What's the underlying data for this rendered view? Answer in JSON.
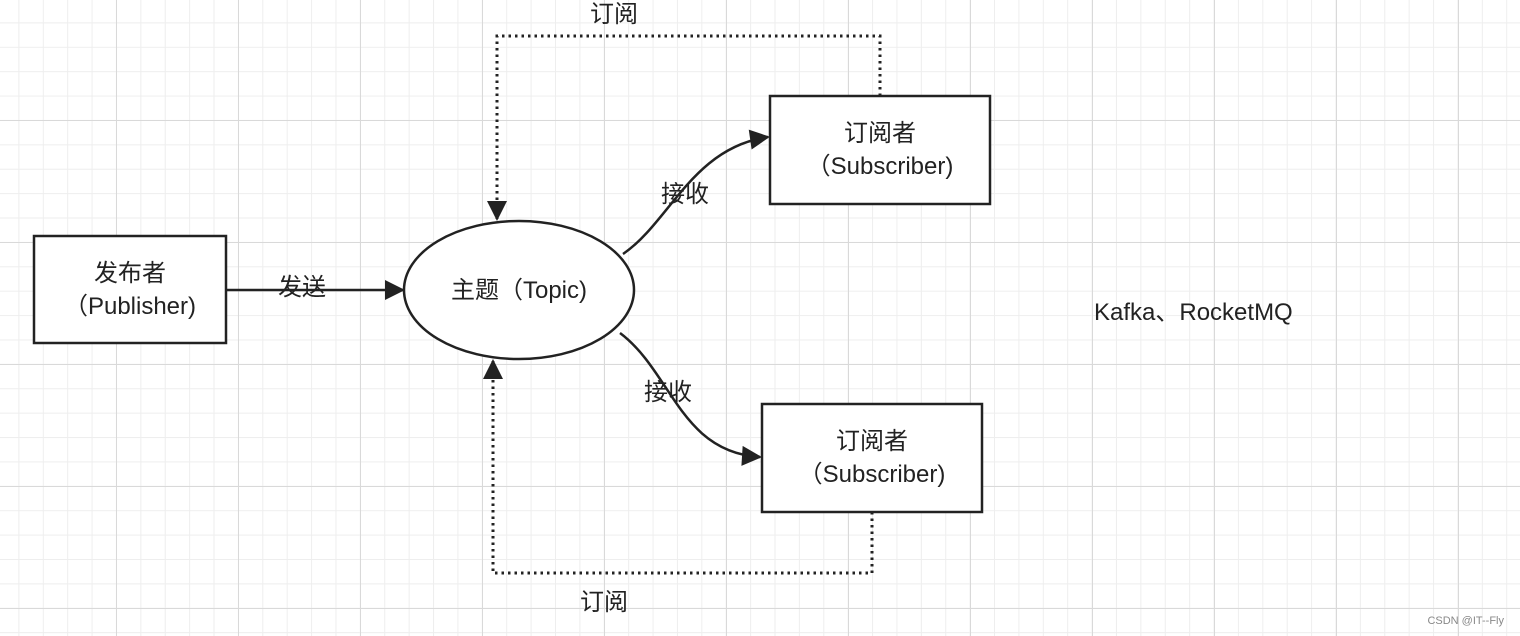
{
  "publisher": {
    "line1": "发布者",
    "line2": "（Publisher)"
  },
  "topic": {
    "label": "主题（Topic)"
  },
  "subscriber_top": {
    "line1": "订阅者",
    "line2": "（Subscriber)"
  },
  "subscriber_bottom": {
    "line1": "订阅者",
    "line2": "（Subscriber)"
  },
  "edges": {
    "send": "发送",
    "receive_top": "接收",
    "receive_bottom": "接收",
    "subscribe_top": "订阅",
    "subscribe_bottom": "订阅"
  },
  "note": "Kafka、RocketMQ",
  "watermark": "CSDN @IT--Fly"
}
